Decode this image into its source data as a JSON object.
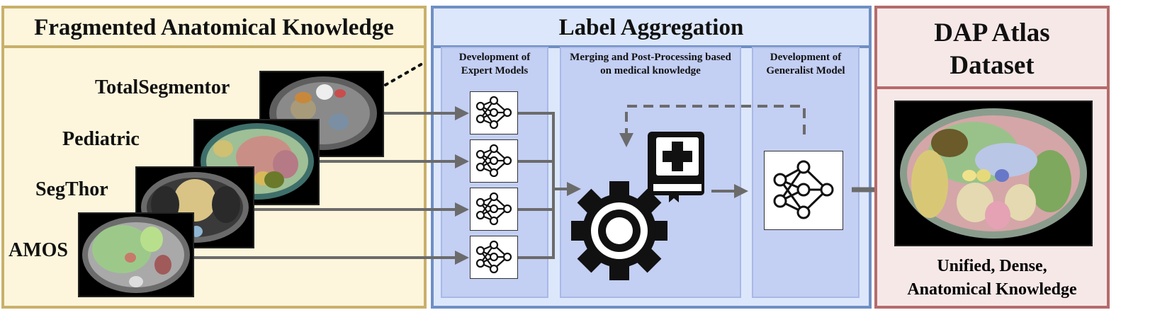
{
  "panels": {
    "left": {
      "title": "Fragmented Anatomical Knowledge",
      "datasets": [
        "TotalSegmentor",
        "Pediatric",
        "SegThor",
        "AMOS"
      ]
    },
    "middle": {
      "title": "Label Aggregation",
      "stages": [
        "Development of Expert Models",
        "Merging and Post-Processing based on medical knowledge",
        "Development of Generalist Model"
      ]
    },
    "right": {
      "title": "DAP Atlas Dataset",
      "caption": "Unified, Dense, Anatomical Knowledge"
    }
  },
  "colors": {
    "left_border": "#c9b06a",
    "left_fill": "#fdf6dc",
    "middle_border": "#6f8fc4",
    "middle_fill": "#dce7fb",
    "stage_fill": "#c3cff3",
    "right_border": "#b56b6b",
    "right_fill": "#f7e8e8",
    "arrow": "#6b6b6b"
  },
  "icons": [
    "neural-network-icon",
    "gear-icon",
    "medical-book-icon"
  ]
}
